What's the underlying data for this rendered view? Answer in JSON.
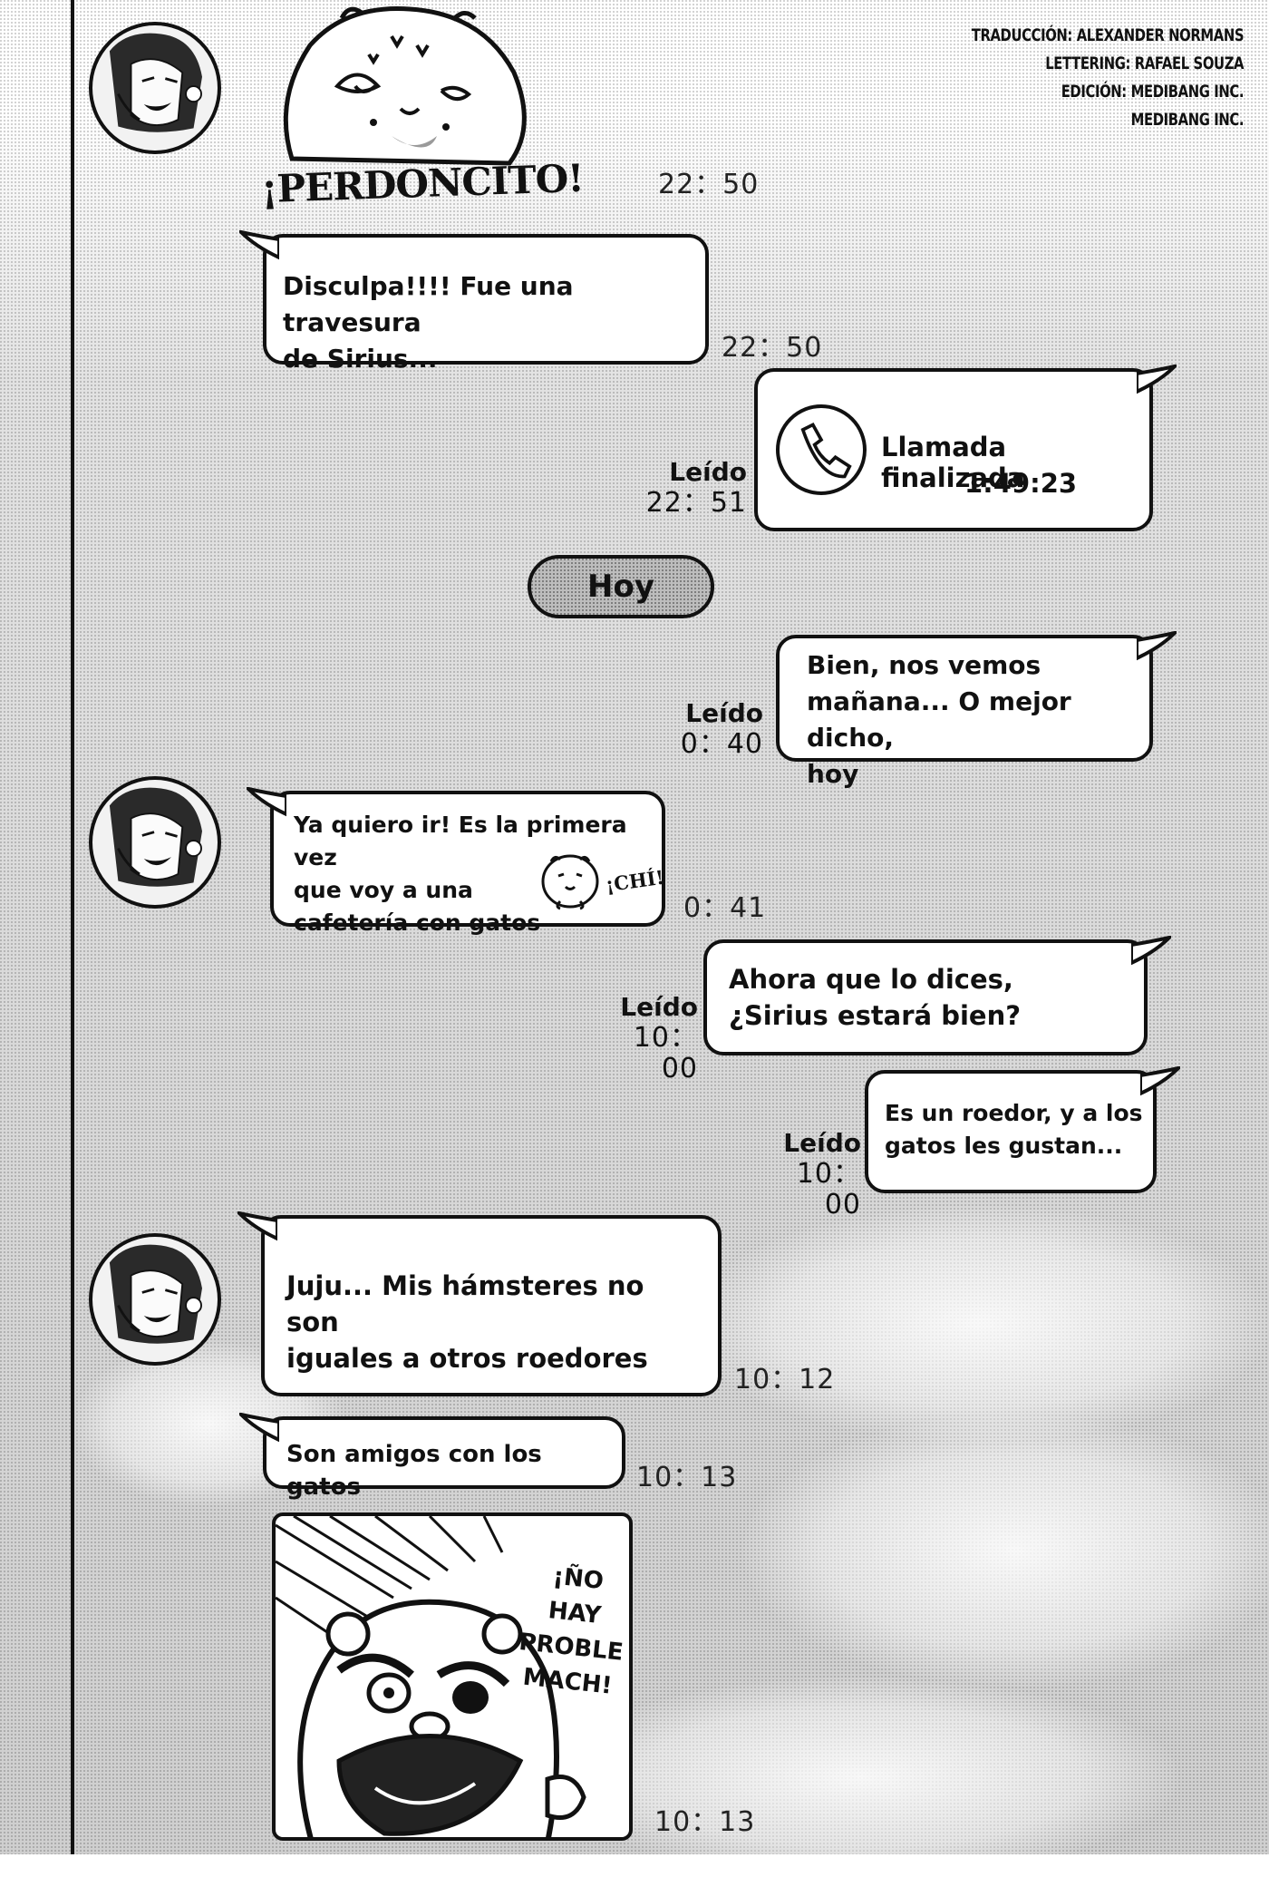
{
  "credits": [
    "TRADUCCIÓN: ALEXANDER NORMANS",
    "LETTERING: RAFAEL SOUZA",
    "EDICIÓN: MEDIBANG INC.",
    "MEDIBANG INC."
  ],
  "sticker_top": {
    "caption": "¡PERDONCITO!",
    "time": "22：50"
  },
  "messages": [
    {
      "side": "left",
      "text": "Disculpa!!!! Fue una travesura\nde Sirius...",
      "time": "22：50"
    },
    {
      "side": "right",
      "call_status": "Llamada finalizada",
      "call_duration": "1:49:23",
      "read_label": "Leído",
      "time": "22：51"
    },
    {
      "side": "right",
      "text": "Bien, nos vemos\nmañana... O mejor dicho,\nhoy",
      "read_label": "Leído",
      "time": "0：40"
    },
    {
      "side": "left",
      "text": "Ya quiero ir! Es la primera vez\nque voy a una\ncafetería con gatos",
      "sticker_text": "¡CHÍ!",
      "time": "0：41"
    },
    {
      "side": "right",
      "text": "Ahora que lo dices,\n¿Sirius estará bien?",
      "read_label": "Leído",
      "time": "10：00"
    },
    {
      "side": "right",
      "text": "Es un roedor, y a los\ngatos les gustan...",
      "read_label": "Leído",
      "time": "10：00"
    },
    {
      "side": "left",
      "text": "Juju... Mis hámsteres no son\niguales a otros roedores",
      "time": "10：12"
    },
    {
      "side": "left",
      "text": "Son amigos con los gatos",
      "time": "10：13"
    }
  ],
  "date_divider": "Hoy",
  "photo_message": {
    "text": "¡ÑO HAY\nPROBLE\nMACH!",
    "time": "10：13"
  },
  "icons": [
    "avatar",
    "phone-icon",
    "hamster-sticker",
    "hamster-mini-sticker"
  ],
  "colors": {
    "ink": "#111111",
    "bubble": "#ffffff",
    "screentone": "#d6d6d6"
  }
}
